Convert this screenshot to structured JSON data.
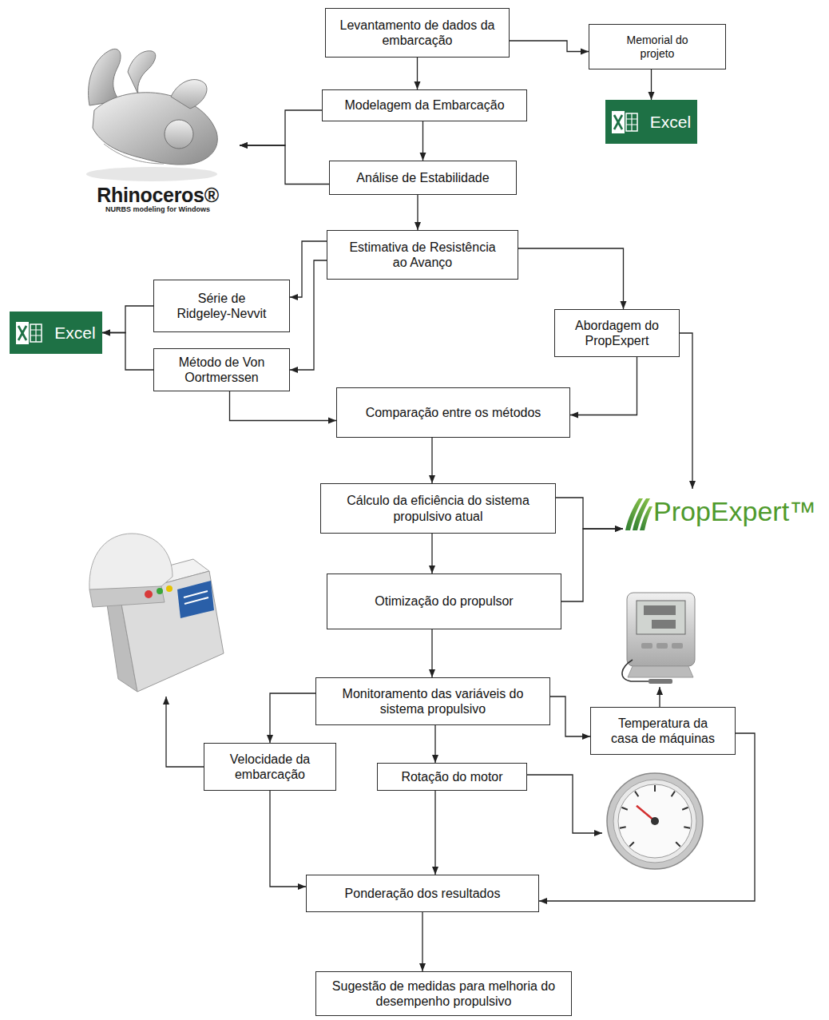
{
  "diagram": {
    "nodes": [
      {
        "text": [
          "Levantamento de dados da embarcação"
        ]
      },
      {
        "text": [
          "Memorial do projeto"
        ]
      },
      {
        "text": [
          "Excel"
        ]
      },
      {
        "text": [
          "Rhinoceros®",
          "NURBS modeling for Windows"
        ]
      },
      {
        "text": [
          "Modelagem da Embarcação"
        ]
      },
      {
        "text": [
          "Análise de Estabilidade"
        ]
      },
      {
        "text": [
          "Estimativa de Resistência ao Avanço"
        ]
      },
      {
        "text": [
          "Excel"
        ]
      },
      {
        "text": [
          "Série de Ridgeley-Nevvit"
        ]
      },
      {
        "text": [
          "Abordagem do PropExpert"
        ]
      },
      {
        "text": [
          "Método de Von Oortmerssen"
        ]
      },
      {
        "text": [
          "Comparação entre os métodos"
        ]
      },
      {
        "text": [
          "PropExpert™"
        ]
      },
      {
        "text": [
          "Cálculo da eficiência do sistema propulsivo atual"
        ]
      },
      {
        "text": [
          "Otimização do propulsor"
        ]
      },
      {
        "text": [
          "Monitoramento das variáveis do sistema propulsivo"
        ]
      },
      {
        "text": [
          "Temperatura da casa de máquinas"
        ]
      },
      {
        "text": [
          "Velocidade da embarcação"
        ]
      },
      {
        "text": [
          "Rotação do motor"
        ]
      },
      {
        "text": [
          "Ponderação dos resultados"
        ]
      },
      {
        "text": [
          "Sugestão de medidas para melhoria do desempenho propulsivo"
        ]
      }
    ],
    "edges": [
      {
        "from": 0,
        "to": 4,
        "arrow": "to"
      },
      {
        "from": 0,
        "to": 1,
        "arrow": "to"
      },
      {
        "from": 1,
        "to": 2,
        "arrow": "to"
      },
      {
        "from": 4,
        "to": 5,
        "arrow": "to"
      },
      {
        "from": 4,
        "to": 3,
        "arrow": "to"
      },
      {
        "from": 5,
        "to": 3,
        "arrow": "to"
      },
      {
        "from": 5,
        "to": 6,
        "arrow": "to"
      },
      {
        "from": 6,
        "to": 8,
        "arrow": "to"
      },
      {
        "from": 6,
        "to": 10,
        "arrow": "to"
      },
      {
        "from": 6,
        "to": 9,
        "arrow": "to"
      },
      {
        "from": 8,
        "to": 7,
        "arrow": "to"
      },
      {
        "from": 10,
        "to": 7,
        "arrow": "to"
      },
      {
        "from": 9,
        "to": 12,
        "arrow": "to"
      },
      {
        "from": 9,
        "to": 11,
        "arrow": "to"
      },
      {
        "from": 10,
        "to": 11,
        "arrow": "to"
      },
      {
        "from": 11,
        "to": 13,
        "arrow": "to"
      },
      {
        "from": 13,
        "to": 12,
        "arrow": "to"
      },
      {
        "from": 13,
        "to": 14,
        "arrow": "to"
      },
      {
        "from": 14,
        "to": 12,
        "arrow": "to"
      },
      {
        "from": 14,
        "to": 15,
        "arrow": "to"
      },
      {
        "from": 15,
        "to": 17,
        "arrow": "to"
      },
      {
        "from": 15,
        "to": 18,
        "arrow": "to"
      },
      {
        "from": 15,
        "to": 16,
        "arrow": "to"
      },
      {
        "from": 17,
        "to": 19,
        "arrow": "to"
      },
      {
        "from": 18,
        "to": 19,
        "arrow": "to"
      },
      {
        "from": 16,
        "to": 19,
        "arrow": "to"
      },
      {
        "from": 19,
        "to": 20,
        "arrow": "to"
      }
    ]
  }
}
